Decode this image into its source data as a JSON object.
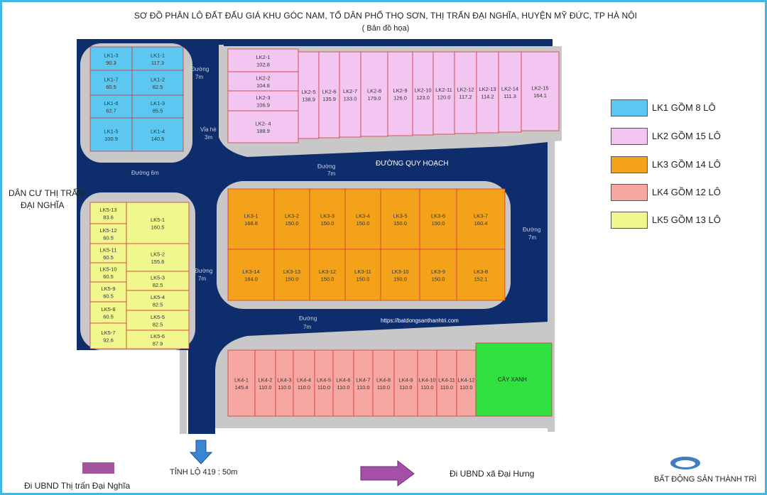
{
  "header": {
    "title": "SƠ ĐỒ PHÂN LÔ ĐẤT ĐẤU GIÁ KHU GÓC NAM, TỔ DÂN PHỐ THỌ SƠN, THỊ TRẤN ĐẠI NGHĨA, HUYỆN MỸ ĐỨC, TP HÀ NỘI",
    "subtitle": "( Bản đồ họa)"
  },
  "colors": {
    "road": "#0e2d6d",
    "sidewalk": "#c8c8c8",
    "border": "#3db7e5",
    "lot_line": "#d23a3a",
    "green": "#30e140"
  },
  "blocks": {
    "LK1": {
      "color": "#5cc8f2",
      "lots": [
        {
          "id": "LK1-3",
          "area": "90.3"
        },
        {
          "id": "LK1-1",
          "area": "117.3"
        },
        {
          "id": "LK1-7",
          "area": "60.5"
        },
        {
          "id": "LK1-2",
          "area": "82.5"
        },
        {
          "id": "LK1-6",
          "area": "62.7"
        },
        {
          "id": "LK1-3",
          "area": "85.5"
        },
        {
          "id": "LK1-5",
          "area": "100.9"
        },
        {
          "id": "LK1-4",
          "area": "140.5"
        }
      ]
    },
    "LK2": {
      "color": "#f3c6f2",
      "lots": [
        {
          "id": "LK2-1",
          "area": "102.8"
        },
        {
          "id": "LK2-2",
          "area": "104.8"
        },
        {
          "id": "LK2-3",
          "area": "106.9"
        },
        {
          "id": "LK2- 4",
          "area": "188.9"
        },
        {
          "id": "LK2-5",
          "area": "138.9"
        },
        {
          "id": "LK2-6",
          "area": "135.9"
        },
        {
          "id": "LK2-7",
          "area": "133.0"
        },
        {
          "id": "LK2-8",
          "area": "179.0"
        },
        {
          "id": "LK2-9",
          "area": "126.0"
        },
        {
          "id": "LK2-10",
          "area": "123.0"
        },
        {
          "id": "LK2-11",
          "area": "120.0"
        },
        {
          "id": "LK2-12",
          "area": "117.2"
        },
        {
          "id": "LK2-13",
          "area": "114.2"
        },
        {
          "id": "LK2-14",
          "area": "111.3"
        },
        {
          "id": "LK2-15",
          "area": "164.1"
        }
      ]
    },
    "LK3": {
      "color": "#f4a21a",
      "lots": [
        {
          "id": "LK3-1",
          "area": "168.8"
        },
        {
          "id": "LK3-2",
          "area": "150.0"
        },
        {
          "id": "LK3-3",
          "area": "150.0"
        },
        {
          "id": "LK3-4",
          "area": "150.0"
        },
        {
          "id": "LK3-5",
          "area": "150.0"
        },
        {
          "id": "LK3-6",
          "area": "150.0"
        },
        {
          "id": "LK3-7",
          "area": "160.4"
        },
        {
          "id": "LK3-14",
          "area": "184.0"
        },
        {
          "id": "LK3-13",
          "area": "150.0"
        },
        {
          "id": "LK3-12",
          "area": "150.0"
        },
        {
          "id": "LK3-11",
          "area": "150.0"
        },
        {
          "id": "LK3-10",
          "area": "150.0"
        },
        {
          "id": "LK3-9",
          "area": "150.0"
        },
        {
          "id": "LK3-8",
          "area": "152.1"
        }
      ]
    },
    "LK4": {
      "color": "#f6a7a1",
      "lots": [
        {
          "id": "LK4-1",
          "area": "145.4"
        },
        {
          "id": "LK4-2",
          "area": "110.0"
        },
        {
          "id": "LK4-3",
          "area": "110.0"
        },
        {
          "id": "LK4-4",
          "area": "110.0"
        },
        {
          "id": "LK4-5",
          "area": "110.0"
        },
        {
          "id": "LK4-6",
          "area": "110.0"
        },
        {
          "id": "LK4-7",
          "area": "110.0"
        },
        {
          "id": "LK4-8",
          "area": "110.0"
        },
        {
          "id": "LK4-9",
          "area": "110.0"
        },
        {
          "id": "LK4-10",
          "area": "110.0"
        },
        {
          "id": "LK4-11",
          "area": "110.0"
        },
        {
          "id": "LK4-12",
          "area": "110.0"
        }
      ]
    },
    "LK5": {
      "color": "#f0f78c",
      "lots": [
        {
          "id": "LK5-13",
          "area": "83.6"
        },
        {
          "id": "LK5-1",
          "area": "160.5"
        },
        {
          "id": "LK5-12",
          "area": "60.5"
        },
        {
          "id": "LK5-11",
          "area": "60.5"
        },
        {
          "id": "LK5-2",
          "area": "155.6"
        },
        {
          "id": "LK5-10",
          "area": "60.5"
        },
        {
          "id": "LK5-3",
          "area": "82.5"
        },
        {
          "id": "LK5-9",
          "area": "60.5"
        },
        {
          "id": "LK5-4",
          "area": "82.5"
        },
        {
          "id": "LK5-8",
          "area": "60.5"
        },
        {
          "id": "LK5-5",
          "area": "82.5"
        },
        {
          "id": "LK5-7",
          "area": "92.6"
        },
        {
          "id": "LK5-6",
          "area": "87.9"
        }
      ]
    }
  },
  "green_area": {
    "label": "CÂY XANH"
  },
  "roads": {
    "r1_a": "Đường",
    "r1_b": "7m",
    "vh_a": "Vỉa hè",
    "vh_b": "3m",
    "r6": "Đường 6m",
    "r2_a": "Đường",
    "r2_b": "7m",
    "quyhoach": "ĐƯỜNG QUY HOẠCH",
    "r3_a": "Đường",
    "r3_b": "7m",
    "r4_a": "Đường",
    "r4_b": "7m",
    "r5_a": "Đường",
    "r5_b": "7m"
  },
  "watermark": "https://batdongsanthanhtri.com",
  "labels": {
    "residential_a": "DÂN CƯ THỊ TRẤN",
    "residential_b": "ĐẠI NGHĨA",
    "tinh_lo": "TỈNH LỘ 419 : 50m",
    "dai_hung": "Đi UBND xã Đại Hưng",
    "dai_nghia": "Đi UBND Thị trấn  Đại Nghĩa",
    "brand": "BẤT ĐỘNG SẢN THÀNH TRÌ"
  },
  "legend": [
    {
      "label": "LK1 GỒM 8 LÔ",
      "color": "#5cc8f2"
    },
    {
      "label": "LK2 GỒM 15 LÔ",
      "color": "#f3c6f2"
    },
    {
      "label": "LK3 GỒM 14 LÔ",
      "color": "#f4a21a"
    },
    {
      "label": "LK4 GỒM 12 LÔ",
      "color": "#f6a7a1"
    },
    {
      "label": "LK5 GỒM 13 LÔ",
      "color": "#f0f78c"
    }
  ],
  "arrow_colors": {
    "down": "#3a86d4",
    "right": "#a54fa8"
  }
}
